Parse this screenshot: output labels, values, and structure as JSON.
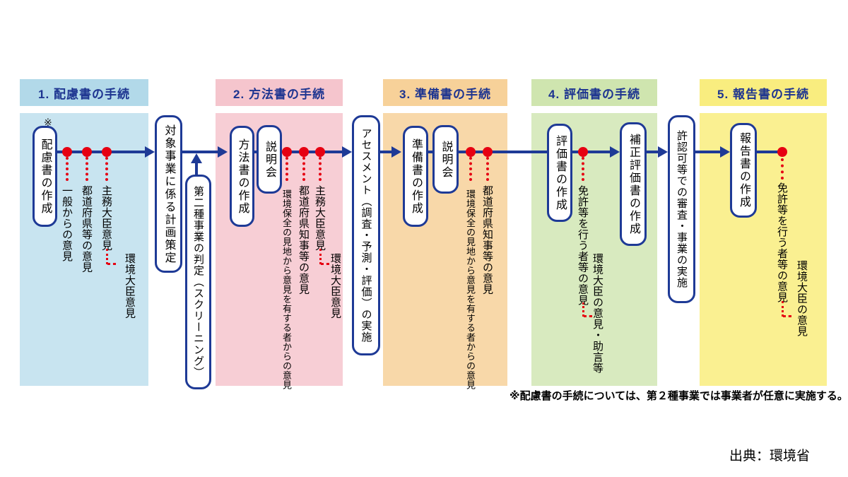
{
  "footnote": "※配慮書の手続については、第２種事業では事業者が任意に実施する。",
  "source": "出典：環境省",
  "asterisk": "※",
  "colors": {
    "navy_line": "#1e3a96",
    "header_text": "#1d3490",
    "red_dot": "#e60012",
    "col1_header_bg": "#b2d9e9",
    "col1_body_bg": "#c8e4f0",
    "col2_header_bg": "#f5c5cd",
    "col2_body_bg": "#f7ced5",
    "col3_header_bg": "#f7d199",
    "col3_body_bg": "#f8d8a9",
    "col4_header_bg": "#cfe5af",
    "col4_body_bg": "#d8eabf",
    "col5_header_bg": "#f9ed7f",
    "col5_body_bg": "#faf091"
  },
  "columns": [
    {
      "header": "1. 配慮書の手続",
      "boxes": [
        {
          "label": "配慮書の作成"
        }
      ],
      "opinions": [
        {
          "label": "一般からの意見"
        },
        {
          "label": "都道府県等の意見"
        },
        {
          "label": "主務大臣意見",
          "sub_label": "環境大臣意見"
        }
      ]
    },
    {
      "header": "2. 方法書の手続",
      "boxes": [
        {
          "label": "方法書の作成"
        },
        {
          "label": "説明会"
        }
      ],
      "opinions": [
        {
          "label": "環境保全の見地から意見を有する者からの意見"
        },
        {
          "label": "都道府県知事等の意見"
        },
        {
          "label": "主務大臣意見",
          "sub_label": "環境大臣意見"
        }
      ]
    },
    {
      "header": "3. 準備書の手続",
      "boxes": [
        {
          "label": "準備書の作成"
        },
        {
          "label": "説明会"
        }
      ],
      "opinions": [
        {
          "label": "環境保全の見地から意見を有する者からの意見"
        },
        {
          "label": "都道府県知事等の意見"
        }
      ]
    },
    {
      "header": "4. 評価書の手続",
      "boxes": [
        {
          "label": "評価書の作成"
        },
        {
          "label": "補正評価書の作成"
        }
      ],
      "opinions": [
        {
          "label": "免許等を行う者等の意見",
          "sub_label": "環境大臣の意見・助言等"
        }
      ]
    },
    {
      "header": "5. 報告書の手続",
      "boxes": [
        {
          "label": "報告書の作成"
        }
      ],
      "opinions": [
        {
          "label": "免許等を行う者等の意見",
          "sub_label": "環境大臣の意見"
        }
      ]
    }
  ],
  "milestones": [
    {
      "label": "対象事業に係る計画策定"
    },
    {
      "label": "第二種事業の判定（スクリーニング）"
    },
    {
      "label": "アセスメント（調査・予測・評価）の実施"
    },
    {
      "label": "許認可等での審査・事業の実施"
    }
  ]
}
